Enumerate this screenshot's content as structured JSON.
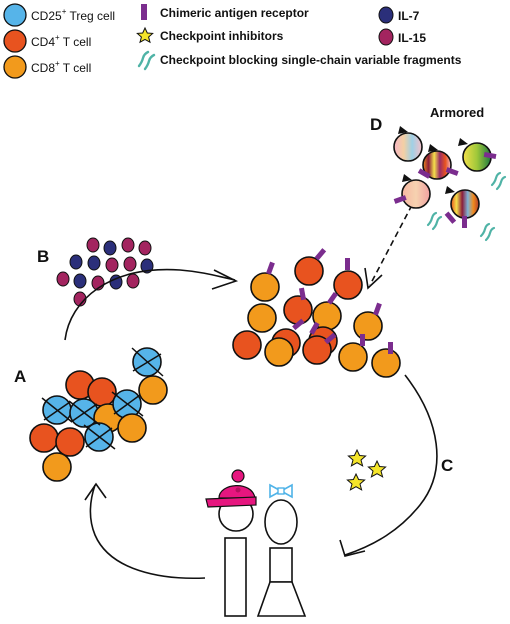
{
  "legend": {
    "treg": {
      "prefix": "CD25",
      "sup": "+",
      "suffix": " Treg cell"
    },
    "cd4": {
      "prefix": "CD4",
      "sup": "+",
      "suffix": " T cell"
    },
    "cd8": {
      "prefix": "CD8",
      "sup": "+",
      "suffix": " T cell"
    },
    "car": "Chimeric antigen receptor",
    "checkpoint": "Checkpoint inhibitors",
    "scfv": "Checkpoint blocking single-chain variable fragments",
    "il7": "IL-7",
    "il15": "IL-15"
  },
  "panels": {
    "a": "A",
    "b": "B",
    "c": "C",
    "d": "D",
    "armored": "Armored"
  },
  "colors": {
    "treg": "#56b4e9",
    "cd4": "#e8531f",
    "cd8": "#f29a1c",
    "car": "#7b2d8e",
    "il7": "#2b2f7a",
    "il15": "#a3245f",
    "checkpoint": "#f5e52a",
    "scfv": "#4fb3a6",
    "cap": "#e6167f",
    "bow": "#4fb3e8"
  },
  "icons": {
    "checkpoint": "star-icon",
    "scfv": "squiggle-icon",
    "car": "receptor-bar-icon"
  }
}
